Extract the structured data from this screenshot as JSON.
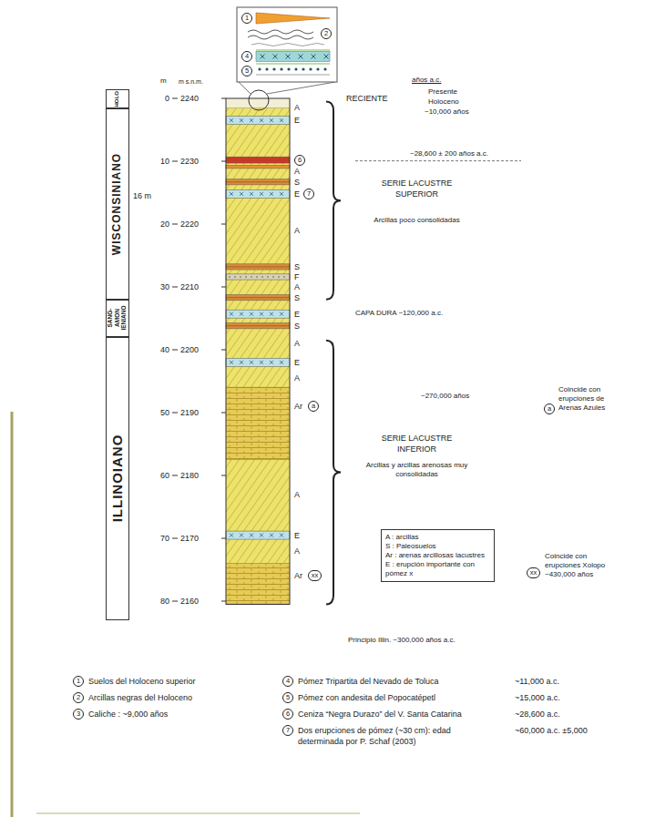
{
  "diagram": {
    "nodes": [
      {
        "text": [
          "HOLO"
        ]
      },
      {
        "text": [
          "WISCONSINIANO"
        ]
      },
      {
        "text": [
          "SANG-AMON IENIANO"
        ]
      },
      {
        "text": [
          "ILLINOIANO"
        ]
      },
      {
        "text": [
          "A : arcillas",
          "S : Paleosuelos",
          "Ar : arenas arcillosas lacustres",
          "E : erupción importante con pómez x"
        ]
      }
    ],
    "labels": [
      "m",
      "0",
      "m s.n.m.",
      "2240",
      "10",
      "2230",
      "20",
      "2220",
      "30",
      "2210",
      "40",
      "2200",
      "50",
      "2190",
      "60",
      "2180",
      "70",
      "2170",
      "80",
      "2160",
      "16 m",
      "1",
      "2",
      "4",
      "5",
      "A",
      "E",
      "6",
      "A",
      "S",
      "E",
      "7",
      "A",
      "S",
      "F",
      "A",
      "S",
      "E",
      "S",
      "A",
      "E",
      "A",
      "Ar",
      "a",
      "A",
      "E",
      "A",
      "Ar",
      "xx",
      "años a.c.",
      "RECIENTE",
      "Presente",
      "Holoceno",
      "~10,000 años",
      "~28,600 ± 200 años a.c.",
      "SERIE LACUSTRE SUPERIOR",
      "Arcillas poco consolidadas",
      "CAPA DURA ~120,000 a.c.",
      "~270,000 años",
      "a",
      "Coincide con erupciones de Arenas Azules",
      "SERIE LACUSTRE INFERIOR",
      "Arcillas y arcillas arenosas muy consolidadas",
      "xx",
      "Coincide con erupciones Xolopo ~430,000 años",
      "Principio Illin. ~300,000 años a.c.",
      "1",
      "Suelos del Holoceno superior",
      "2",
      "Arcillas negras del Holoceno",
      "3",
      "Caliche : ~9,000 años",
      "4",
      "Pómez Tripartita del Nevado de Toluca",
      "~11,000 a.c.",
      "5",
      "Pómez con andesita del Popocatépetl",
      "~15,000 a.c.",
      "6",
      "Ceniza “Negra Durazo” del V. Santa Catarina",
      "~28,600 a.c.",
      "7",
      "Dos erupciones de pómez (~30 cm): edad determinada por P. Schaf (2003)",
      "~60,000 a.c. ±5,000"
    ]
  }
}
